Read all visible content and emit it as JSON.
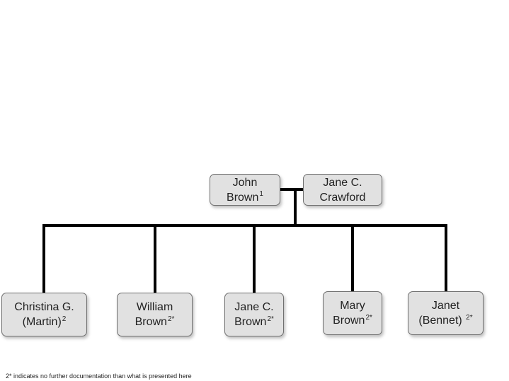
{
  "colors": {
    "box_fill": "#e1e1e1",
    "box_border": "#6f6f6f",
    "line": "#000000",
    "text": "#222222"
  },
  "parents": [
    {
      "line1": "John",
      "line2": "Brown",
      "note": "1"
    },
    {
      "line1": "Jane C.",
      "line2": "Crawford",
      "note": ""
    }
  ],
  "children": [
    {
      "line1": "Christina G.",
      "line2": "(Martin)",
      "note": "2"
    },
    {
      "line1": "William",
      "line2": "Brown",
      "note": "2*"
    },
    {
      "line1": "Jane C.",
      "line2": "Brown",
      "note": "2*"
    },
    {
      "line1": "Mary",
      "line2": "Brown",
      "note": "2*"
    },
    {
      "line1": "Janet",
      "line2": "(Bennet) ",
      "note": "2*"
    }
  ],
  "footnote": "2* indicates no further documentation than what is presented here"
}
